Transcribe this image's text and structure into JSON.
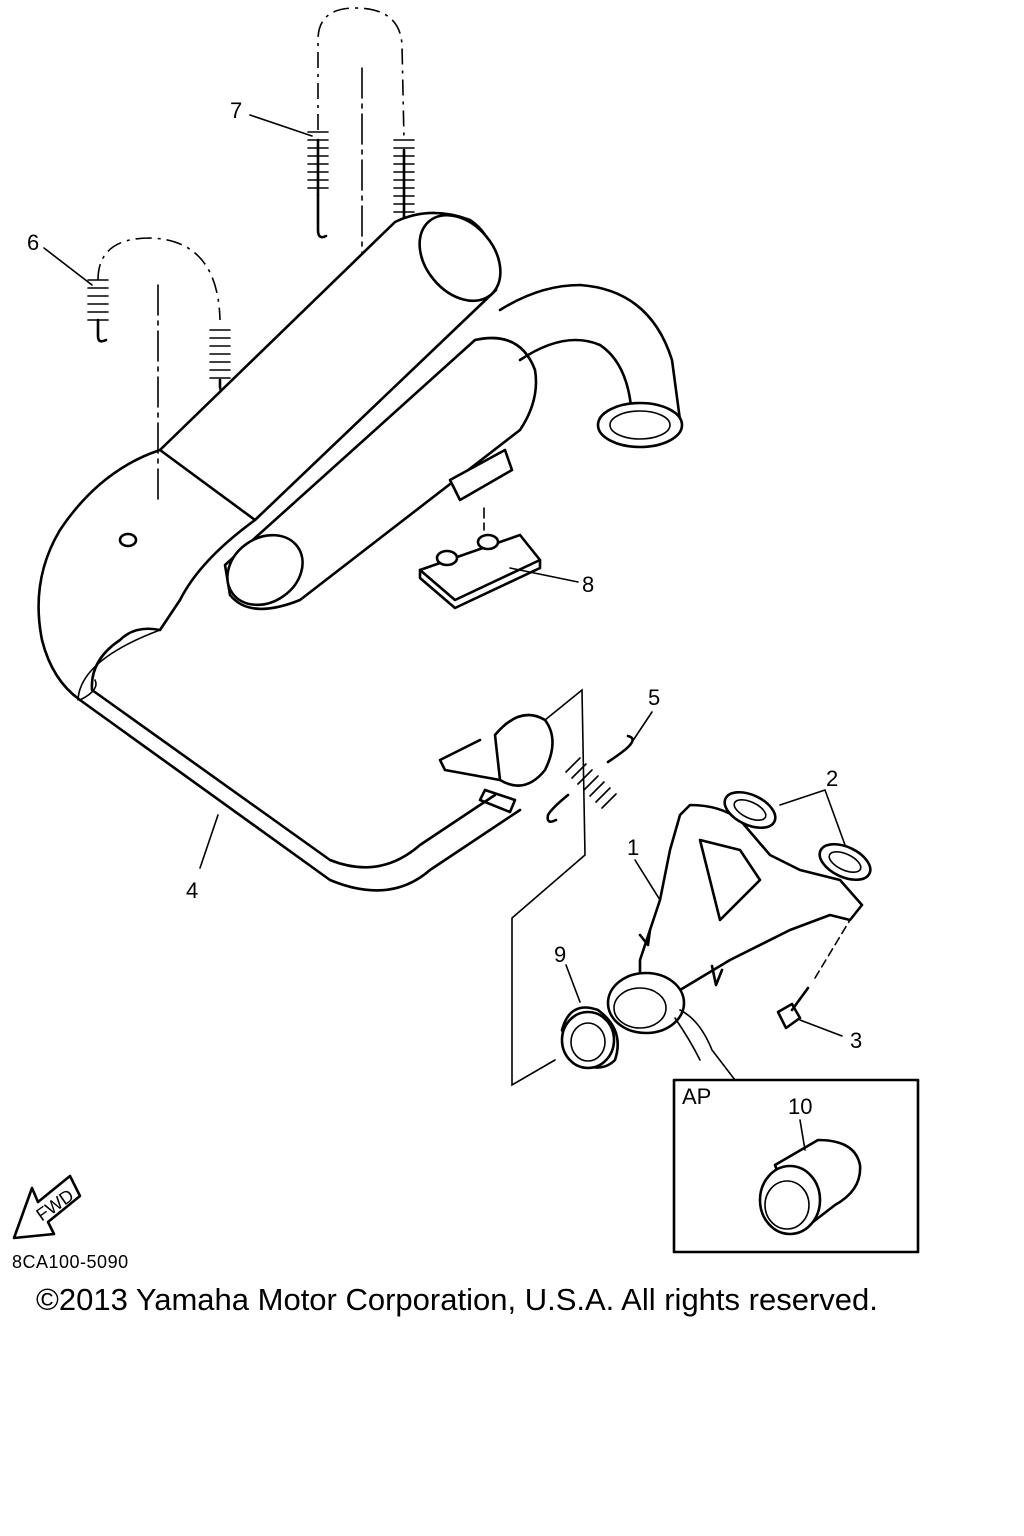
{
  "callouts": [
    "1",
    "2",
    "3",
    "4",
    "5",
    "6",
    "7",
    "8",
    "9",
    "10"
  ],
  "inset_label": "AP",
  "fwd_label": "FWD",
  "diagram_code": "8CA100-5090",
  "copyright": "©2013 Yamaha Motor Corporation, U.S.A. All rights reserved."
}
